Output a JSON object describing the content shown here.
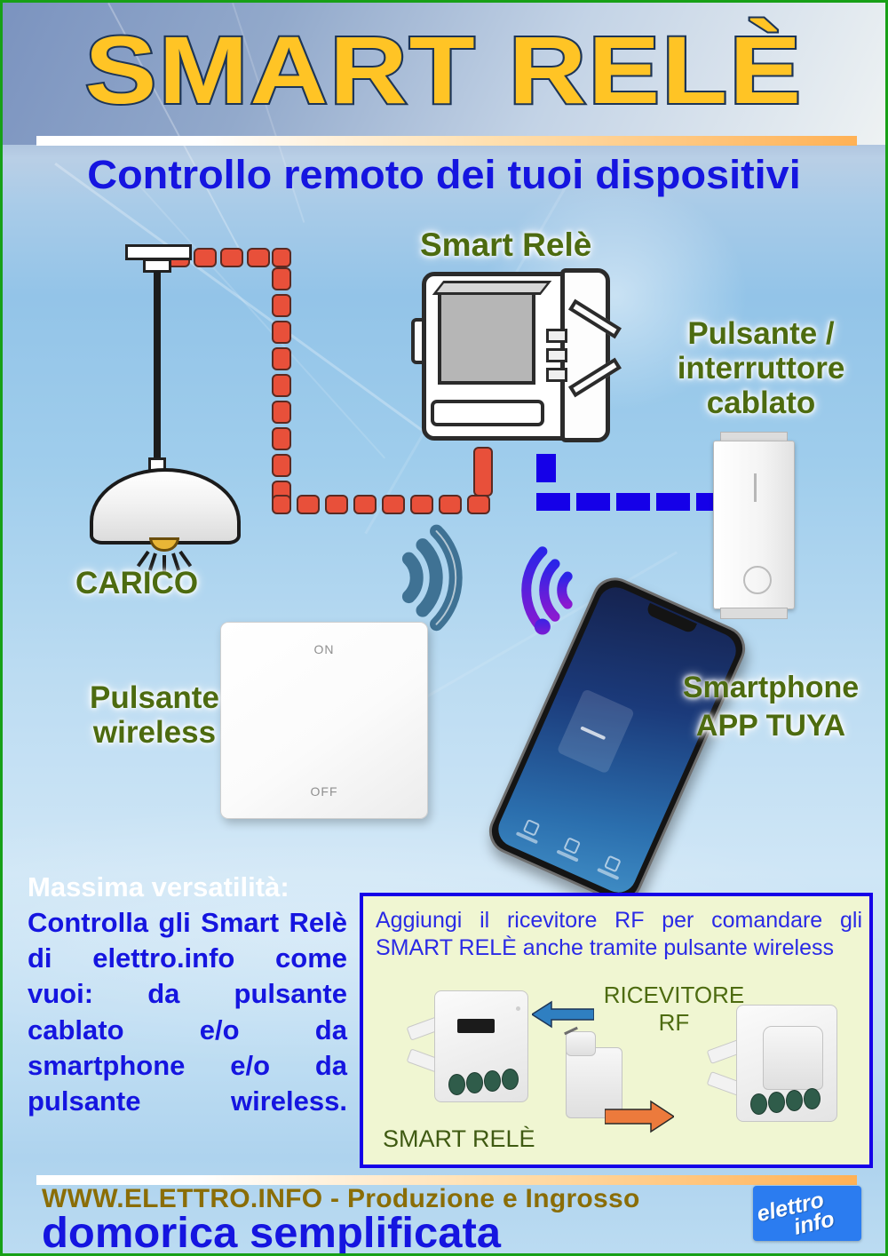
{
  "header": {
    "title": "SMART RELÈ",
    "subtitle": "Controllo remoto dei tuoi dispositivi"
  },
  "labels": {
    "smart_rele": "Smart Relè",
    "pulsante_cablato": "Pulsante / interruttore cablato",
    "carico": "CARICO",
    "pulsante_wireless": "Pulsante wireless",
    "smartphone": "Smartphone APP TUYA"
  },
  "wireless_button": {
    "on": "ON",
    "off": "OFF"
  },
  "versatility": {
    "lead": "Massima versatilità:",
    "body": "Controlla gli Smart Relè di elettro.info come vuoi: da pulsante cablato e/o da smartphone e/o da pulsante wireless."
  },
  "green_box": {
    "text": "Aggiungi il ricevitore RF per comandare gli SMART RELÈ anche tramite pulsante wireless",
    "receiver_label": "RICEVITORE RF",
    "module_label": "SMART RELÈ"
  },
  "footer": {
    "url_line": "WWW.ELETTRO.INFO - Produzione e Ingrosso",
    "tagline": "domorica semplificata",
    "logo_top": "elettro",
    "logo_bottom": "info"
  },
  "colors": {
    "title_fill": "#FFC425",
    "title_outline": "#1d3557",
    "blue_text": "#1515E0",
    "green_label": "#4d6b10",
    "red_wire": "#e8503a",
    "blue_wire": "#1500e8",
    "green_box_bg": "#f0f6d2",
    "footer_url": "#8a6d07",
    "border_green": "#17a017",
    "logo_bg": "#2b7cf0",
    "arrow_blue": "#2f7fc1",
    "arrow_orange": "#ec7a3c"
  }
}
